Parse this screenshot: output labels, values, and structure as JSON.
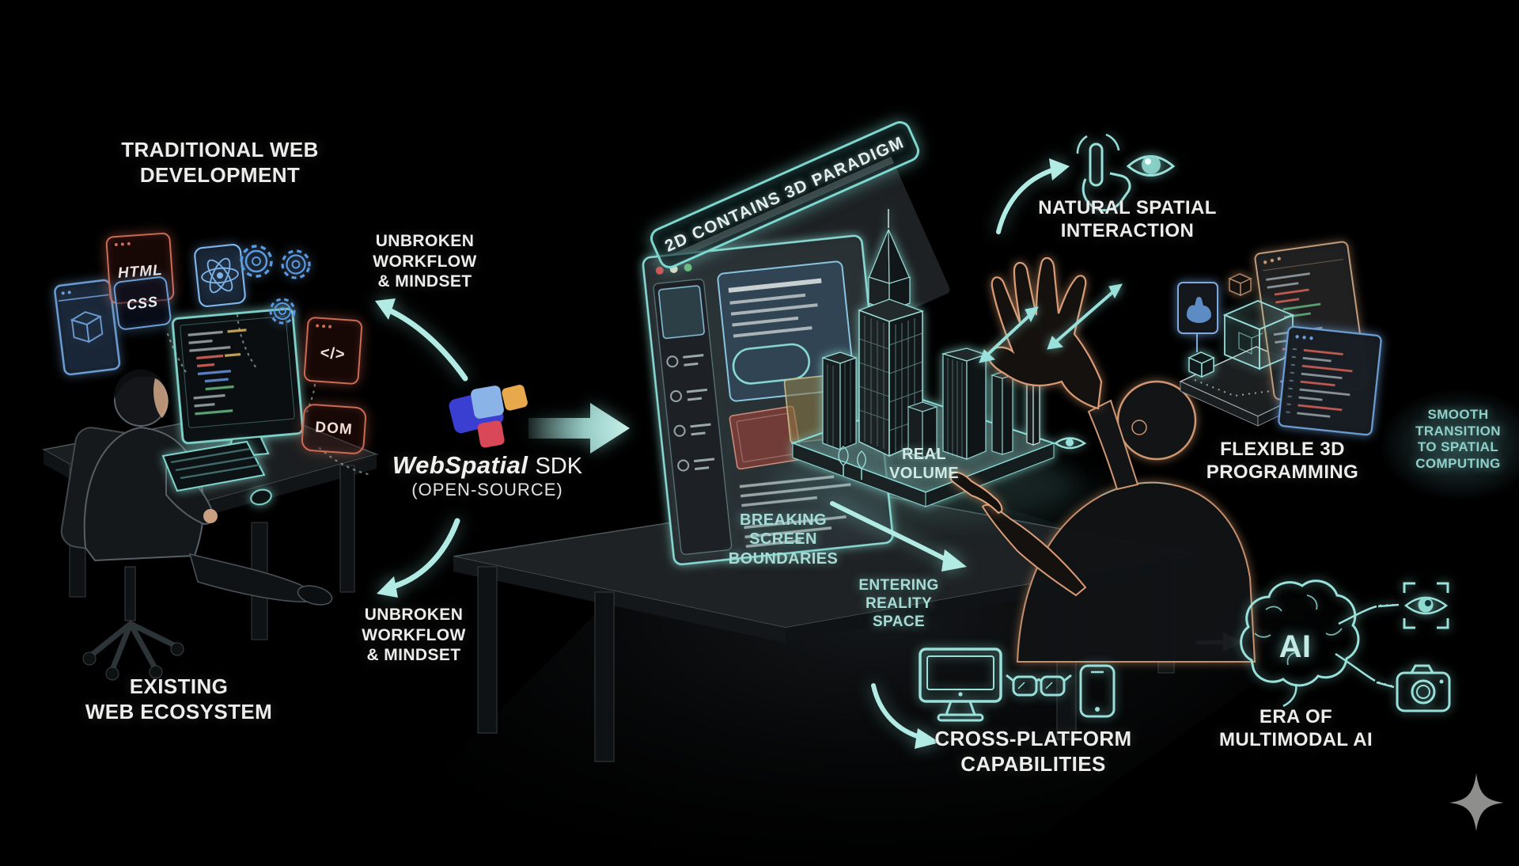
{
  "page": {
    "background": "#000000"
  },
  "colors": {
    "accent_cyan": "#8fe0d8",
    "arrow_cyan": "#b2eae4",
    "text_white": "#ededeb",
    "text_cyan": "#a7dcd6",
    "warm_outline": "#d99c76",
    "badge_red": "#cf6a55",
    "badge_blue": "#6d9fd6",
    "logo_blue": "#3b3fd1",
    "logo_light_blue": "#8ab4e8",
    "logo_orange": "#e8a84c",
    "logo_red": "#d84858",
    "sparkle_gray": "#8e8e8c"
  },
  "left": {
    "title": "TRADITIONAL WEB\nDEVELOPMENT",
    "ecosystem": "EXISTING\nWEB ECOSYSTEM",
    "badges": {
      "html": "HTML",
      "css": "CSS",
      "code": "</>",
      "dom": "DOM"
    }
  },
  "sdk": {
    "workflow_top": "UNBROKEN\nWORKFLOW\n& MINDSET",
    "name": "WebSpatial",
    "suffix": "SDK",
    "license": "(OPEN-SOURCE)",
    "workflow_bottom": "UNBROKEN\nWORKFLOW\n& MINDSET"
  },
  "center": {
    "banner": "2D CONTAINS 3D PARADIGM",
    "real_volume": "REAL\nVOLUME",
    "breaking": "BREAKING\nSCREEN\nBOUNDARIES",
    "entering": "ENTERING\nREALITY\nSPACE"
  },
  "right": {
    "natural": "NATURAL SPATIAL\nINTERACTION",
    "flexible": "FLEXIBLE 3D\nPROGRAMMING",
    "smooth": "SMOOTH\nTRANSITION\nTO SPATIAL\nCOMPUTING"
  },
  "bottom": {
    "cross": "CROSS-PLATFORM\nCAPABILITIES",
    "era": "ERA OF\nMULTIMODAL AI",
    "ai": "AI"
  },
  "icons": {
    "touch_icon": "tap-gesture",
    "eye_icon": "eye",
    "monitor_icon": "desktop-monitor",
    "glasses_icon": "ar-glasses",
    "phone_icon": "smartphone",
    "brain_ai_icon": "brain",
    "vision_scan_icon": "eye-in-scan-frame",
    "camera_icon": "camera",
    "react_icon": "react-atom",
    "gears_icon": "gears",
    "box_browser_icon": "3d-box-window",
    "code_window_icon": "code-editor-window",
    "sparkle_logo": "four-point-star",
    "city_icon": "isometric-city",
    "hand_open_icon": "open-hand",
    "hand_point_icon": "pointing-hand"
  }
}
